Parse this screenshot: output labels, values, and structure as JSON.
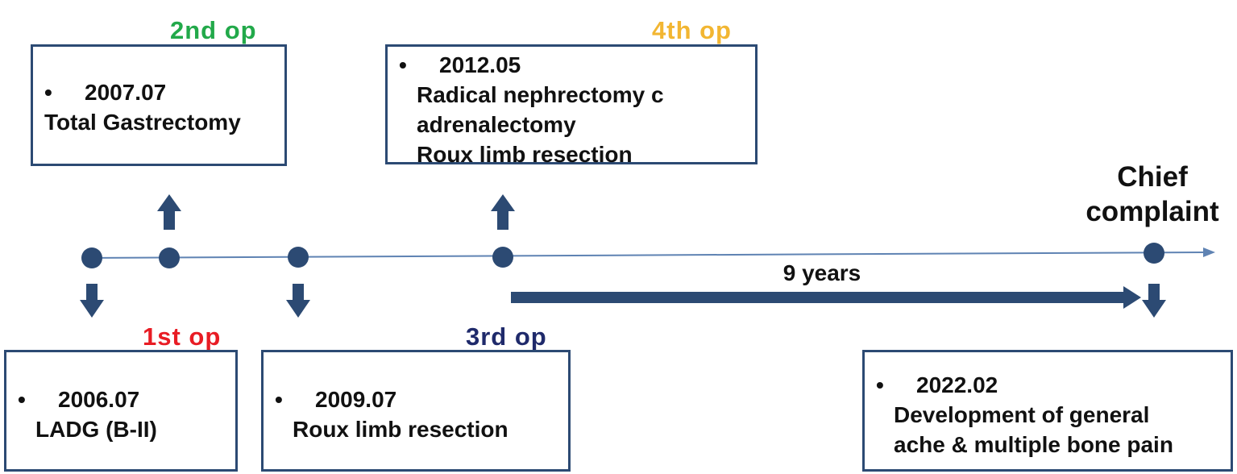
{
  "colors": {
    "timeline": "#5f83b3",
    "marker": "#2c4a73",
    "box_border": "#2c4a73",
    "op1": "#e81c24",
    "op2": "#22a94a",
    "op3": "#1f2a6b",
    "op4": "#f2b632"
  },
  "events": [
    {
      "label": "1st op",
      "date": "2006.07",
      "description": "LADG (B-II)",
      "bullet": "•"
    },
    {
      "label": "2nd op",
      "date": "2007.07",
      "description": "Total Gastrectomy",
      "bullet": "•"
    },
    {
      "label": "3rd op",
      "date": "2009.07",
      "description": "Roux limb resection",
      "bullet": "•"
    },
    {
      "label": "4th op",
      "date": "2012.05",
      "description": "Radical nephrectomy c\nadrenalectomy\nRoux limb resection",
      "bullet": "•"
    }
  ],
  "interval_label": "9 years",
  "chief_complaint": {
    "title": "Chief\ncomplaint",
    "date": "2022.02",
    "description": "Development of general\nache & multiple bone pain",
    "bullet": "•"
  }
}
